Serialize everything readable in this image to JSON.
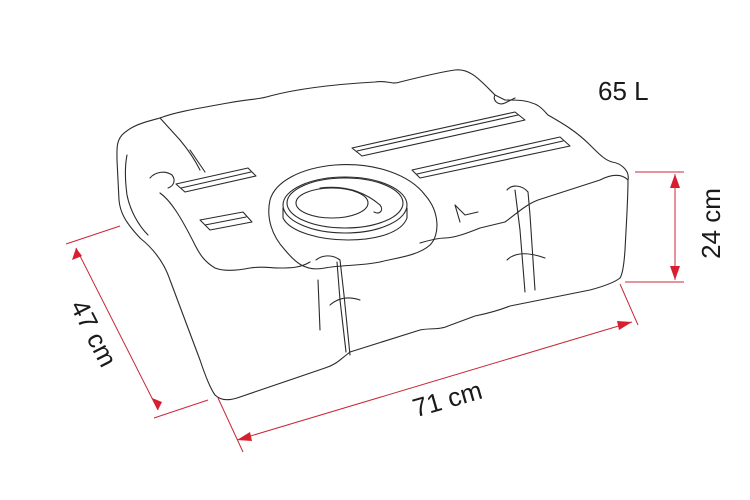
{
  "diagram": {
    "subject": "water-tank",
    "capacity": "65 L",
    "dimensions": {
      "depth": "47 cm",
      "width": "71 cm",
      "height": "24 cm"
    },
    "colors": {
      "outline": "#2a2a2a",
      "dimension_line": "#c8283a",
      "arrowhead": "#d81f2f",
      "text": "#1a1a1a",
      "background": "#ffffff"
    }
  }
}
